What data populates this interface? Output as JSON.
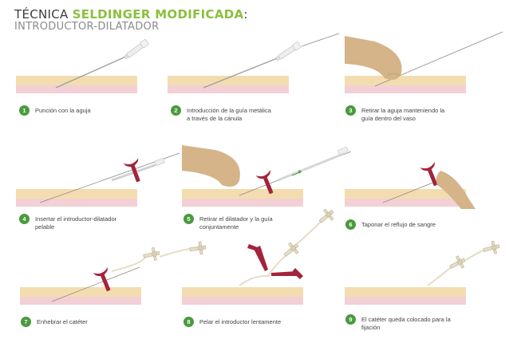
{
  "header": {
    "title_plain": "TÉCNICA ",
    "title_accent": "SELDINGER MODIFICADA",
    "title_colon": ":",
    "subtitle": "INTRODUCTOR-DILATADOR"
  },
  "colors": {
    "accent_green": "#8cbf3f",
    "badge_green": "#4a9a3e",
    "skin_top": "#f3ddb0",
    "skin_bottom": "#f3cfd6",
    "introducer_red": "#a3243b",
    "finger": "#d4b488"
  },
  "steps": [
    {
      "number": "1",
      "text": "Punción con la aguja",
      "icon": "needle-icon"
    },
    {
      "number": "2",
      "text": "Introducción de la guía metálica\na través de la cánula",
      "icon": "guidewire-icon"
    },
    {
      "number": "3",
      "text": "Retirar la aguja manteniendo la\nguía dentro del vaso",
      "icon": "finger-icon"
    },
    {
      "number": "4",
      "text": "Insertar el introductor-dilatador\npelable",
      "icon": "introducer-icon"
    },
    {
      "number": "5",
      "text": "Retirar el dilatador y la guía\nconjuntamente",
      "icon": "dilator-icon"
    },
    {
      "number": "6",
      "text": "Taponar el reflujo de sangre",
      "icon": "thumb-icon"
    },
    {
      "number": "7",
      "text": "Enhebrar el catéter",
      "icon": "catheter-icon"
    },
    {
      "number": "8",
      "text": "Pelar el introductor lentamente",
      "icon": "peel-icon"
    },
    {
      "number": "9",
      "text": "El catéter queda colocado para la\nfijación",
      "icon": "catheter-fixed-icon"
    }
  ]
}
